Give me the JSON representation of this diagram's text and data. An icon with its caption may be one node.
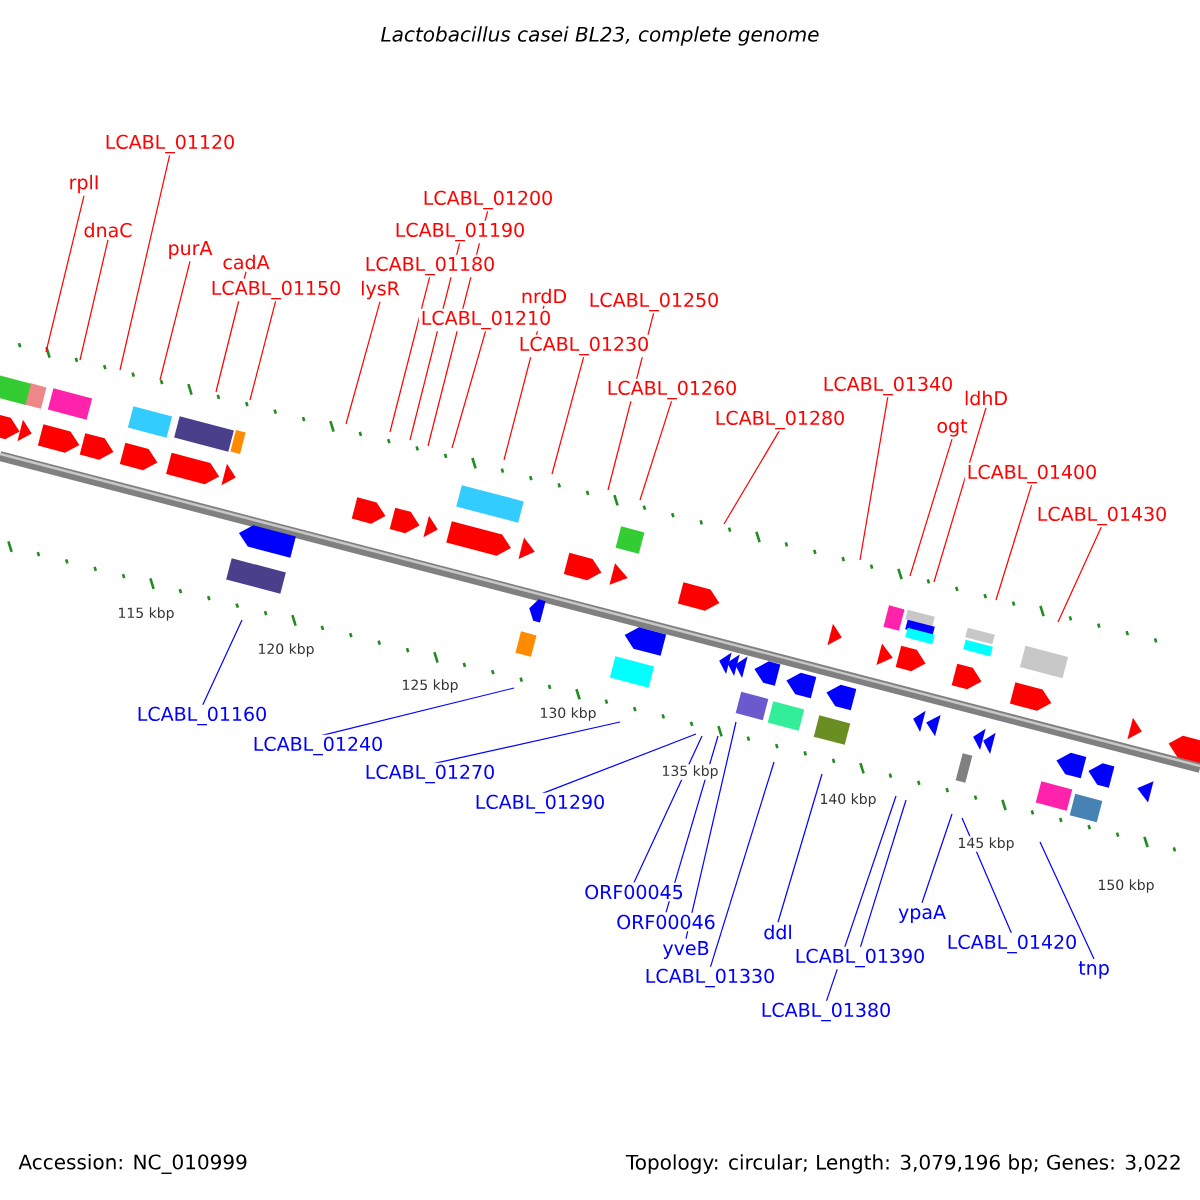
{
  "diagram": {
    "title": "Lactobacillus casei BL23, complete genome",
    "nodes": [
      {
        "text": [
          "rplI"
        ]
      },
      {
        "text": [
          "dnaC"
        ]
      },
      {
        "text": [
          "LCABL_01120"
        ]
      },
      {
        "text": [
          "purA"
        ]
      },
      {
        "text": [
          "cadA"
        ]
      },
      {
        "text": [
          "LCABL_01150"
        ]
      },
      {
        "text": [
          "lysR"
        ]
      },
      {
        "text": [
          "LCABL_01180"
        ]
      },
      {
        "text": [
          "LCABL_01190"
        ]
      },
      {
        "text": [
          "LCABL_01200"
        ]
      },
      {
        "text": [
          "LCABL_01210"
        ]
      },
      {
        "text": [
          "nrdD"
        ]
      },
      {
        "text": [
          "LCABL_01230"
        ]
      },
      {
        "text": [
          "LCABL_01250"
        ]
      },
      {
        "text": [
          "LCABL_01260"
        ]
      },
      {
        "text": [
          "LCABL_01280"
        ]
      },
      {
        "text": [
          "LCABL_01340"
        ]
      },
      {
        "text": [
          "ogt"
        ]
      },
      {
        "text": [
          "ldhD"
        ]
      },
      {
        "text": [
          "LCABL_01400"
        ]
      },
      {
        "text": [
          "LCABL_01430"
        ]
      },
      {
        "text": [
          "LCABL_01160"
        ]
      },
      {
        "text": [
          "LCABL_01240"
        ]
      },
      {
        "text": [
          "LCABL_01270"
        ]
      },
      {
        "text": [
          "LCABL_01290"
        ]
      },
      {
        "text": [
          "ORF00045"
        ]
      },
      {
        "text": [
          "ORF00046"
        ]
      },
      {
        "text": [
          "yveB"
        ]
      },
      {
        "text": [
          "LCABL_01330"
        ]
      },
      {
        "text": [
          "ddl"
        ]
      },
      {
        "text": [
          "LCABL_01380"
        ]
      },
      {
        "text": [
          "LCABL_01390"
        ]
      },
      {
        "text": [
          "ypaA"
        ]
      },
      {
        "text": [
          "LCABL_01420"
        ]
      },
      {
        "text": [
          "tnp"
        ]
      }
    ],
    "edges": [
      {
        "from": 0,
        "to": null,
        "arrow": "none"
      },
      {
        "from": 1,
        "to": null,
        "arrow": "none"
      },
      {
        "from": 2,
        "to": null,
        "arrow": "none"
      },
      {
        "from": 3,
        "to": null,
        "arrow": "none"
      },
      {
        "from": 4,
        "to": null,
        "arrow": "none"
      },
      {
        "from": 5,
        "to": null,
        "arrow": "none"
      },
      {
        "from": 6,
        "to": null,
        "arrow": "none"
      },
      {
        "from": 7,
        "to": null,
        "arrow": "none"
      },
      {
        "from": 8,
        "to": null,
        "arrow": "none"
      },
      {
        "from": 9,
        "to": null,
        "arrow": "none"
      },
      {
        "from": 10,
        "to": null,
        "arrow": "none"
      },
      {
        "from": 11,
        "to": null,
        "arrow": "none"
      },
      {
        "from": 12,
        "to": null,
        "arrow": "none"
      },
      {
        "from": 13,
        "to": null,
        "arrow": "none"
      },
      {
        "from": 14,
        "to": null,
        "arrow": "none"
      },
      {
        "from": 15,
        "to": null,
        "arrow": "none"
      },
      {
        "from": 16,
        "to": null,
        "arrow": "none"
      },
      {
        "from": 17,
        "to": null,
        "arrow": "none"
      },
      {
        "from": 18,
        "to": null,
        "arrow": "none"
      },
      {
        "from": 19,
        "to": null,
        "arrow": "none"
      },
      {
        "from": 20,
        "to": null,
        "arrow": "none"
      },
      {
        "from": 21,
        "to": null,
        "arrow": "none",
        "color": "#0000ff"
      },
      {
        "from": 22,
        "to": null,
        "arrow": "none",
        "color": "#0000ff"
      },
      {
        "from": 23,
        "to": null,
        "arrow": "none",
        "color": "#0000ff"
      },
      {
        "from": 24,
        "to": null,
        "arrow": "none",
        "color": "#0000ff"
      },
      {
        "from": 25,
        "to": null,
        "arrow": "none",
        "color": "#0000ff"
      },
      {
        "from": 26,
        "to": null,
        "arrow": "none",
        "color": "#0000ff"
      },
      {
        "from": 27,
        "to": null,
        "arrow": "none",
        "color": "#0000ff"
      },
      {
        "from": 28,
        "to": null,
        "arrow": "none",
        "color": "#0000ff"
      },
      {
        "from": 29,
        "to": null,
        "arrow": "none",
        "color": "#0000ff"
      },
      {
        "from": 30,
        "to": null,
        "arrow": "none",
        "color": "#0000ff"
      },
      {
        "from": 31,
        "to": null,
        "arrow": "none",
        "color": "#0000ff"
      },
      {
        "from": 32,
        "to": null,
        "arrow": "none",
        "color": "#0000ff"
      },
      {
        "from": 33,
        "to": null,
        "arrow": "none",
        "color": "#0000ff"
      },
      {
        "from": 34,
        "to": null,
        "arrow": "none",
        "color": "#0000ff"
      }
    ],
    "labels": [
      "115 kbp",
      "120 kbp",
      "125 kbp",
      "130 kbp",
      "135 kbp",
      "140 kbp",
      "145 kbp",
      "150 kbp",
      "Accession: NC_010999",
      "Topology: circular; Length: 3,079,196 bp; Genes: 3,022"
    ]
  }
}
